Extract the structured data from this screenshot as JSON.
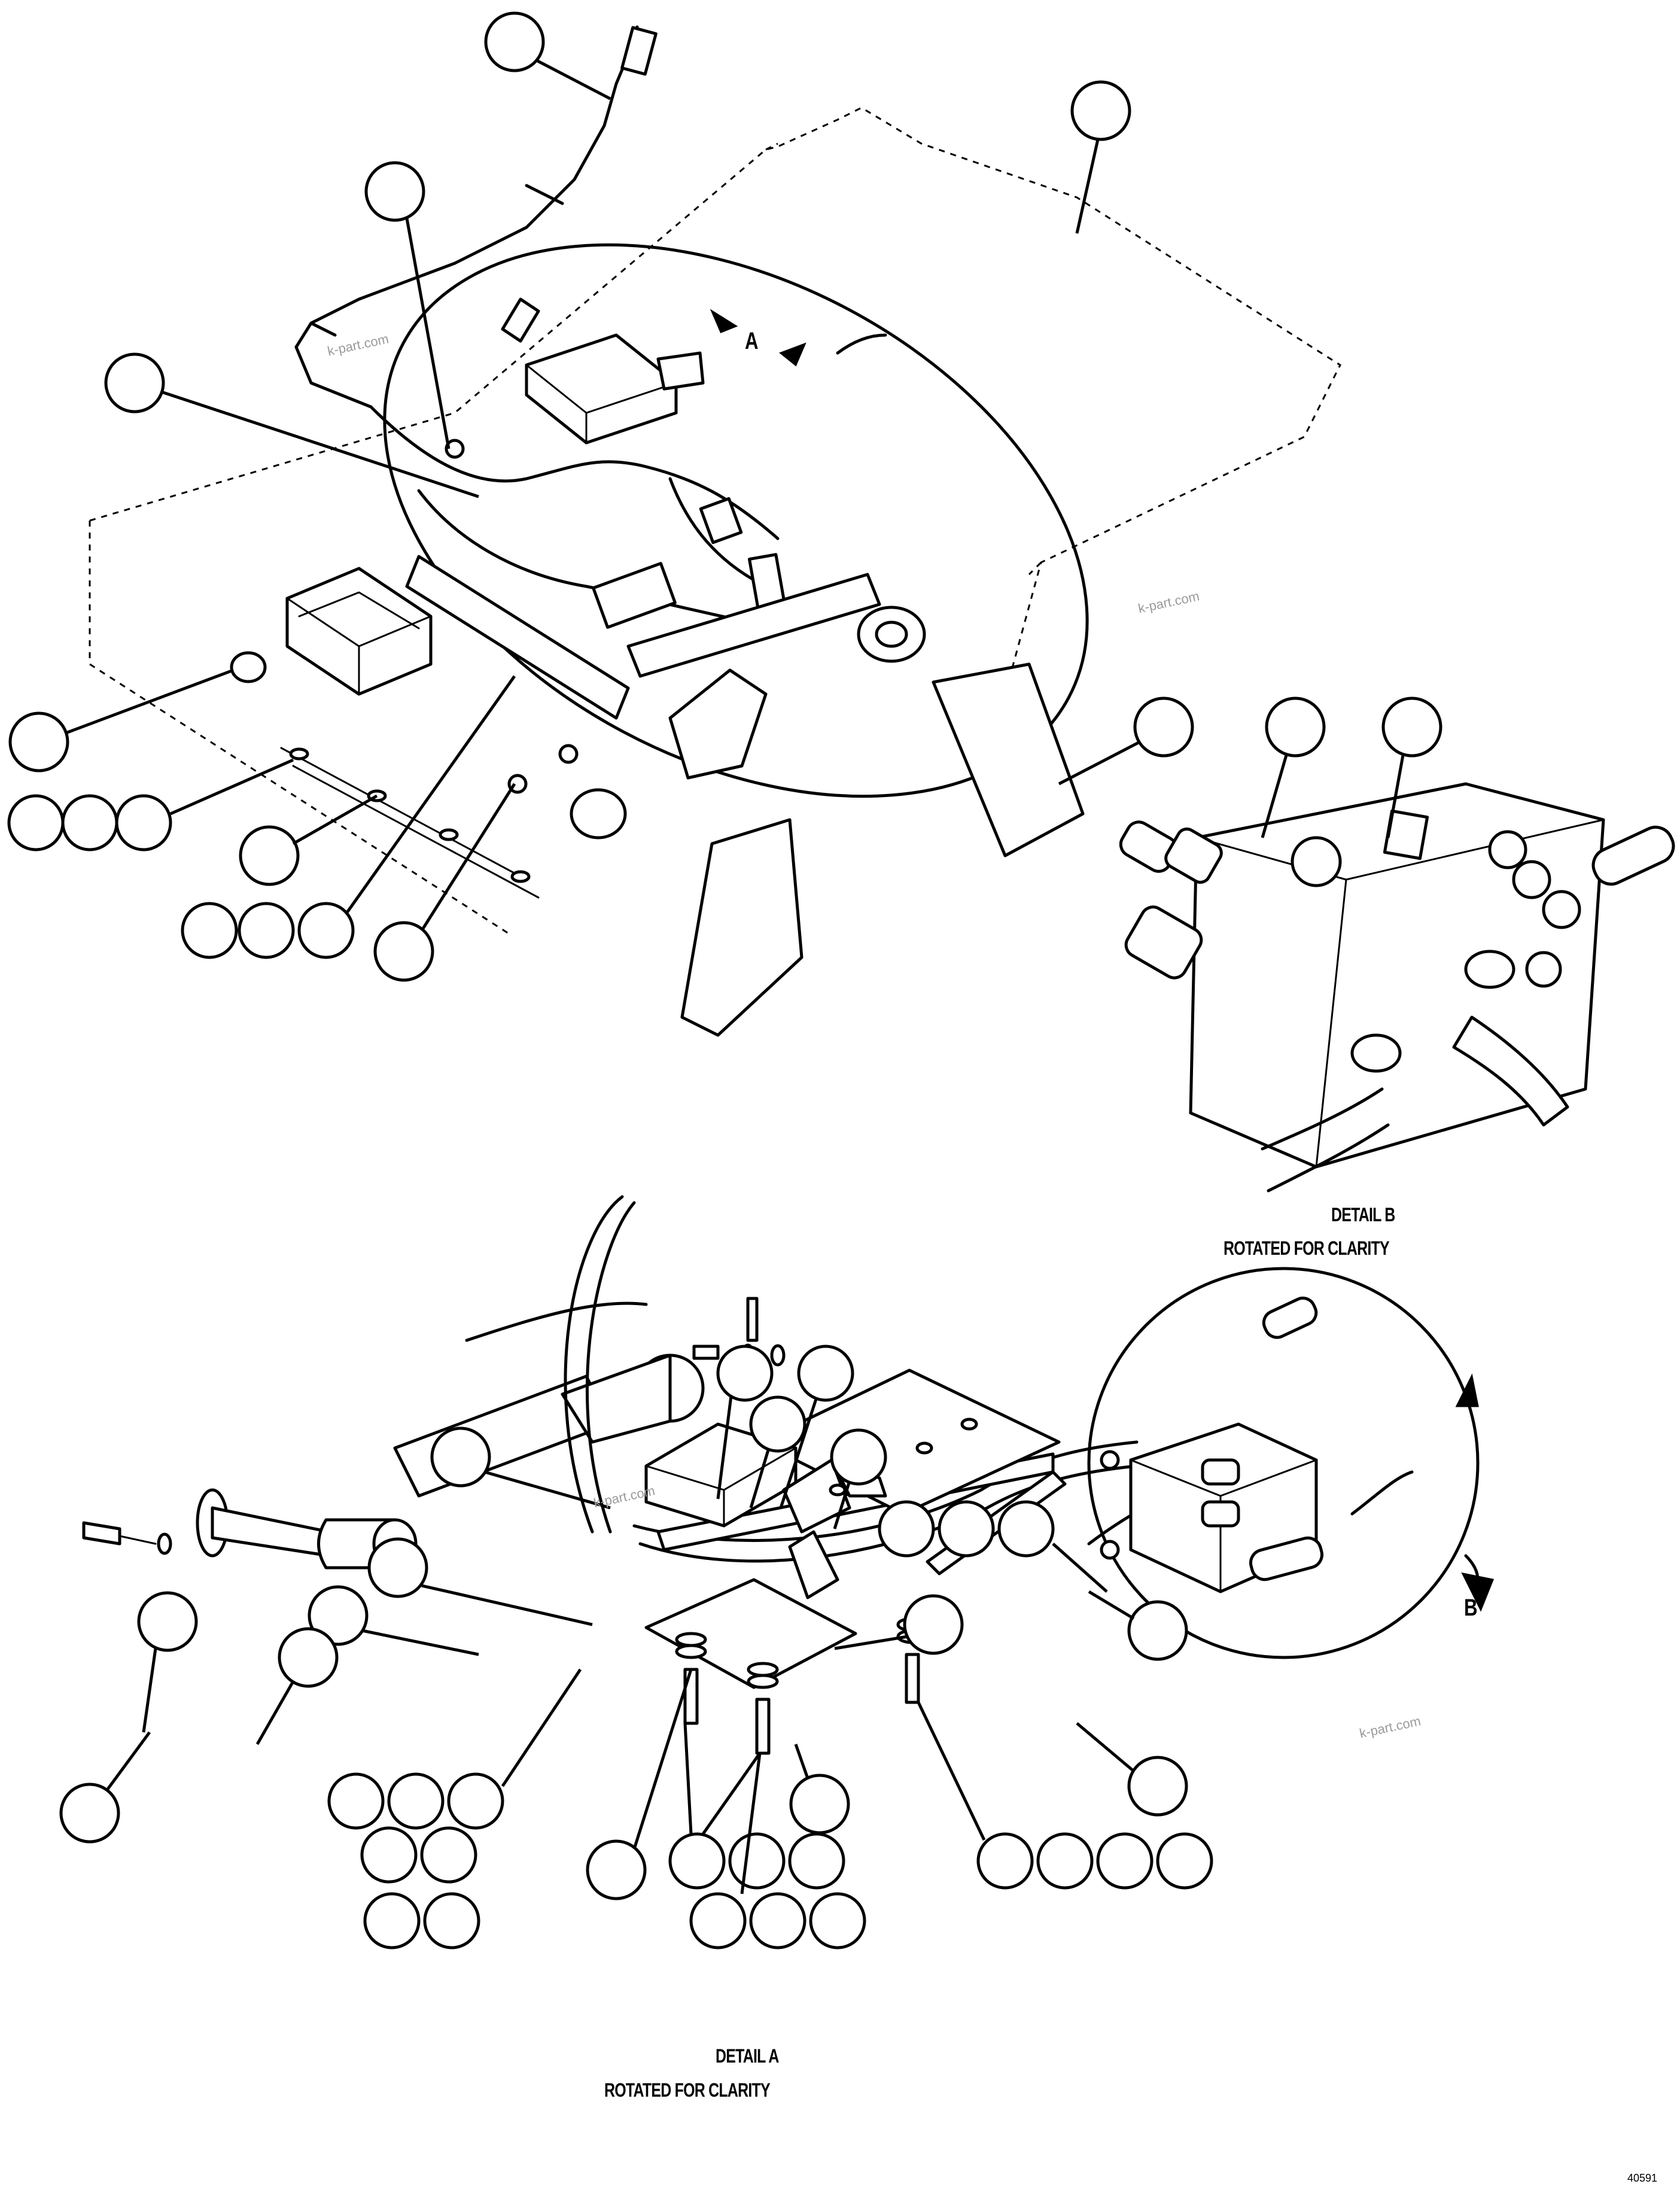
{
  "callouts": {
    "detail_a_marker": "A",
    "detail_b_marker": "B"
  },
  "details": {
    "detail_b_title": "DETAIL B",
    "detail_b_subtitle": "ROTATED FOR CLARITY",
    "detail_a_title": "DETAIL A",
    "detail_a_subtitle": "ROTATED FOR CLARITY"
  },
  "watermarks": [
    "k-part.com",
    "k-part.com",
    "k-part.com",
    "k-part.com"
  ],
  "drawing_ref": "40591",
  "colors": {
    "line": "#000000",
    "background": "#ffffff",
    "watermark": "#9a9a9a"
  }
}
